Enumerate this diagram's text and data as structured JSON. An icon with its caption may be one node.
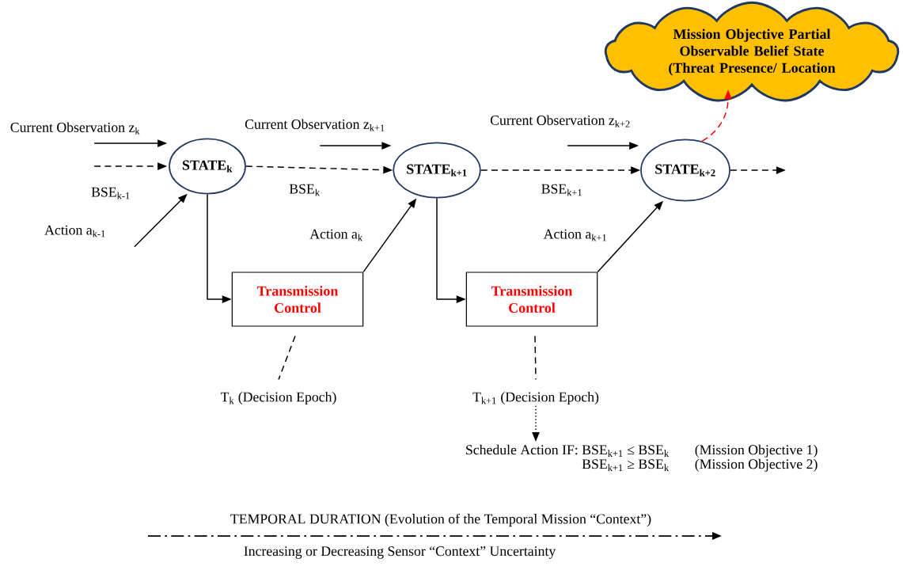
{
  "diagram": {
    "nodes": [
      {
        "text": [
          "STATE$_{k}$"
        ]
      },
      {
        "text": [
          "STATE$_{k+1}$"
        ]
      },
      {
        "text": [
          "STATE$_{k+2}$"
        ]
      },
      {
        "text": [
          "Mission Objective Partial Observable Belief State (Threat Presence/ Location"
        ]
      },
      {
        "text": [
          "Transmission Control"
        ]
      },
      {
        "text": [
          "Transmission Control"
        ]
      },
      {
        "text": [
          "T$_{k}$ (Decision Epoch)"
        ]
      },
      {
        "text": [
          "T$_{k+1}$ (Decision Epoch)"
        ]
      },
      {
        "text": [
          "Schedule Action IF: BSE$_{k+1}$ ≤ BSE$_{k}$",
          "(Mission Objective 1)",
          "BSE$_{k+1}$ ≥ BSE$_{k}$",
          "(Mission Objective 2)"
        ]
      }
    ],
    "edges": [
      {
        "from": null,
        "to": 0,
        "arrow": "to",
        "label": "Current Observation z$_{k}$"
      },
      {
        "from": null,
        "to": 0,
        "arrow": "to",
        "style": "dashed",
        "label": "BSE$_{k-1}$"
      },
      {
        "from": null,
        "to": 0,
        "arrow": "to",
        "label": "Action a$_{k-1}$"
      },
      {
        "from": 0,
        "to": 1,
        "arrow": "to",
        "style": "dashed",
        "label": "BSE$_{k}$"
      },
      {
        "from": 0,
        "to": 4,
        "arrow": "to"
      },
      {
        "from": 4,
        "to": 1,
        "arrow": "to",
        "label": "Action a$_{k}$"
      },
      {
        "from": null,
        "to": 1,
        "arrow": "to",
        "label": "Current Observation z$_{k+1}$"
      },
      {
        "from": 1,
        "to": 5,
        "arrow": "to"
      },
      {
        "from": 5,
        "to": 2,
        "arrow": "to",
        "label": "Action a$_{k+1}$"
      },
      {
        "from": 1,
        "to": 2,
        "arrow": "to",
        "style": "dashed",
        "label": "BSE$_{k+1}$"
      },
      {
        "from": null,
        "to": 2,
        "arrow": "to",
        "label": "Current Observation z$_{k+2}$"
      },
      {
        "from": 2,
        "to": null,
        "arrow": "to",
        "style": "dashed"
      },
      {
        "from": 2,
        "to": 3,
        "arrow": "to",
        "style": "dashed",
        "color": "#ff0000"
      },
      {
        "from": 4,
        "to": 6,
        "arrow": "none",
        "style": "dashed"
      },
      {
        "from": 5,
        "to": 7,
        "arrow": "none",
        "style": "dashed"
      },
      {
        "from": 7,
        "to": 8,
        "arrow": "to",
        "style": "dashed"
      }
    ],
    "labels": [
      "TEMPORAL DURATION (Evolution of the Temporal Mission “Context”)",
      "Increasing or Decreasing Sensor “Context” Uncertainty"
    ]
  }
}
